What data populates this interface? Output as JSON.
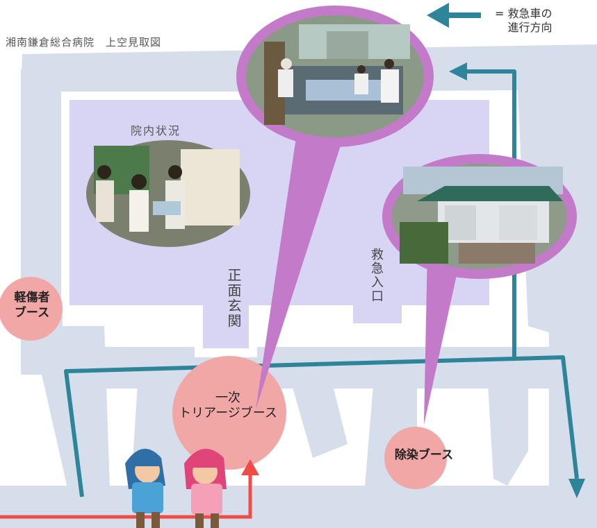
{
  "title": "湘南鎌倉総合病院　上空見取図",
  "legend": {
    "text": "= 救急車の\n進行方向",
    "icon": "arrow-left-icon",
    "color": "#2e8599"
  },
  "hospital": {
    "inside_label": "院内状況",
    "main_entrance": "正面玄関",
    "er_entrance": "救急入口"
  },
  "booths": {
    "minor_injury": "軽傷者\nブース",
    "primary_triage": "一次\nトリアージブース",
    "decontamination": "除染ブース"
  },
  "photos": {
    "indoor": "indoor-staff-photo",
    "ward": "outdoor-beds-photo",
    "tent": "decontamination-tent-photo"
  },
  "colors": {
    "road": "#d5deea",
    "building": "#d8d4f4",
    "ambulance_route": "#2e8599",
    "walk_route": "#f04b45",
    "callout": "#c37ac9",
    "booth": "#f2a7a7"
  }
}
